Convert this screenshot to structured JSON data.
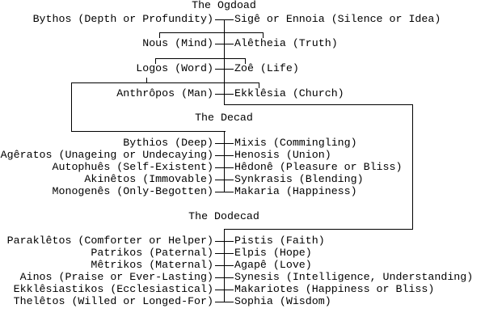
{
  "diagram": {
    "kind": "genealogy-tree",
    "colors": {
      "background": "#ffffff",
      "text": "#000000",
      "line": "#000000"
    },
    "groups": [
      {
        "title": "The Ogdoad",
        "pairs": [
          {
            "left": "Bythos (Depth or Profundity)",
            "right": "Sigê or Ennoia (Silence or Idea)"
          },
          {
            "left": "Nous (Mind)",
            "right": "Alêtheia (Truth)"
          },
          {
            "left": "Logos (Word)",
            "right": "Zoê (Life)"
          },
          {
            "left": "Anthrôpos (Man)",
            "right": "Ekklêsia (Church)"
          }
        ]
      },
      {
        "title": "The Decad",
        "pairs": [
          {
            "left": "Bythios (Deep)",
            "right": "Mixis (Commingling)"
          },
          {
            "left": "Agêratos (Unageing or Undecaying)",
            "right": "Henosis (Union)"
          },
          {
            "left": "Autophuês (Self-Existent)",
            "right": "Hêdonê (Pleasure or Bliss)"
          },
          {
            "left": "Akinêtos (Immovable)",
            "right": "Synkrasis (Blending)"
          },
          {
            "left": "Monogenês (Only-Begotten)",
            "right": "Makaria (Happiness)"
          }
        ]
      },
      {
        "title": "The Dodecad",
        "pairs": [
          {
            "left": "Paraklêtos (Comforter or Helper)",
            "right": "Pistis (Faith)"
          },
          {
            "left": "Patrikos (Paternal)",
            "right": "Elpis (Hope)"
          },
          {
            "left": "Mêtrikos (Maternal)",
            "right": "Agapê (Love)"
          },
          {
            "left": "Ainos (Praise or Ever-Lasting)",
            "right": "Synesis (Intelligence, Understanding)"
          },
          {
            "left": "Ekklêsiastikos (Ecclesiastical)",
            "right": "Makariotes (Happiness or Bliss)"
          },
          {
            "left": "Thelêtos (Willed or Longed-For)",
            "right": "Sophia (Wisdom)"
          }
        ]
      }
    ]
  }
}
